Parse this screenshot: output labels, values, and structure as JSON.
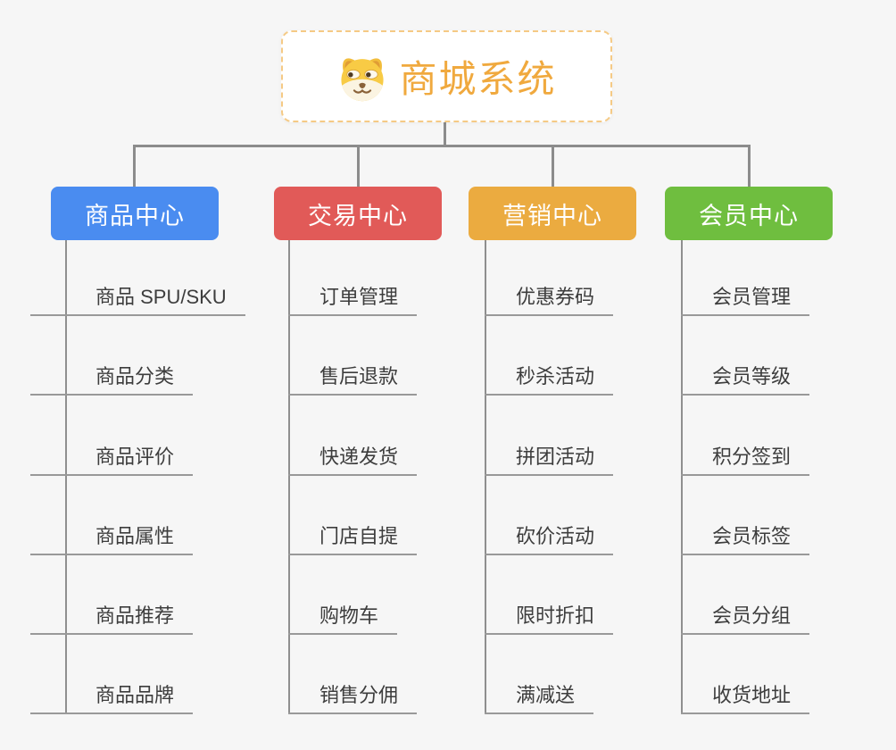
{
  "canvas": {
    "background": "#f6f6f6",
    "connector_color": "#8c8c8c",
    "underline_color": "#999999",
    "leaf_text_color": "#3d3d3d"
  },
  "root": {
    "title": "商城系统",
    "icon": "dog-face-icon",
    "title_color": "#f0a93e",
    "border_color": "#f5ca85",
    "background": "#ffffff"
  },
  "branches": [
    {
      "label": "商品中心",
      "color": "#4a8cf0",
      "items": [
        "商品 SPU/SKU",
        "商品分类",
        "商品评价",
        "商品属性",
        "商品推荐",
        "商品品牌"
      ]
    },
    {
      "label": "交易中心",
      "color": "#e15a58",
      "items": [
        "订单管理",
        "售后退款",
        "快递发货",
        "门店自提",
        "购物车",
        "销售分佣"
      ]
    },
    {
      "label": "营销中心",
      "color": "#ebab40",
      "items": [
        "优惠券码",
        "秒杀活动",
        "拼团活动",
        "砍价活动",
        "限时折扣",
        "满减送"
      ]
    },
    {
      "label": "会员中心",
      "color": "#6fbe3f",
      "items": [
        "会员管理",
        "会员等级",
        "积分签到",
        "会员标签",
        "会员分组",
        "收货地址"
      ]
    }
  ]
}
